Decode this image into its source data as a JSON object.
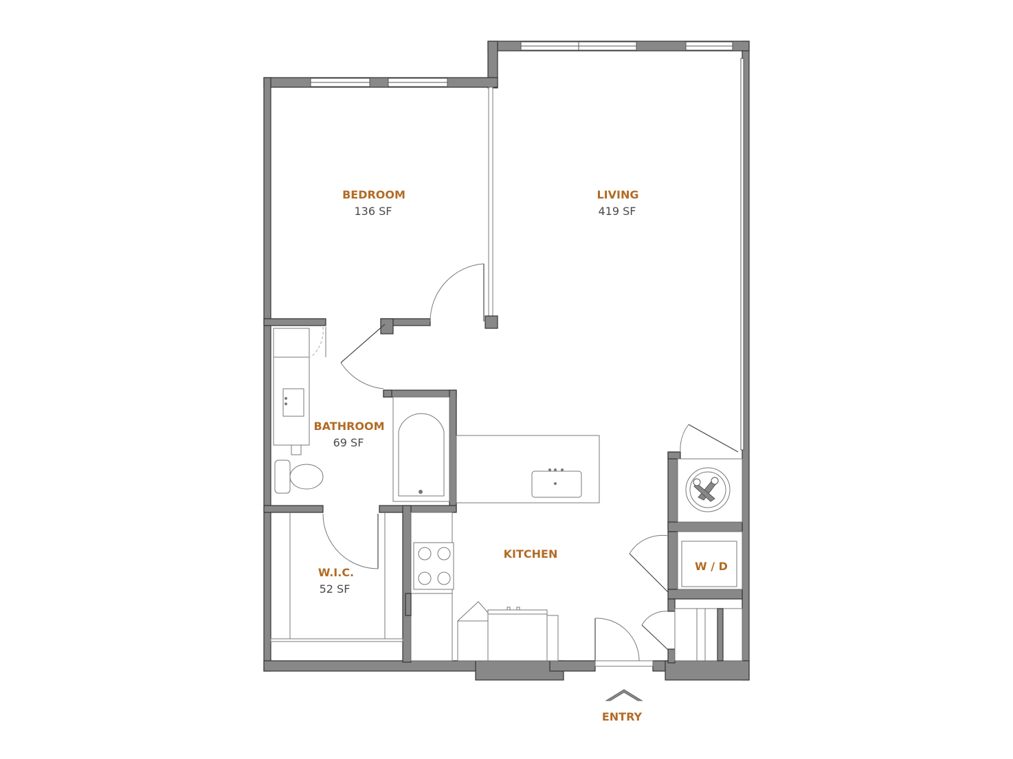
{
  "rooms": {
    "bedroom": {
      "name": "BEDROOM",
      "area": "136 SF"
    },
    "living": {
      "name": "LIVING",
      "area": "419 SF"
    },
    "bathroom": {
      "name": "BATHROOM",
      "area": "69 SF"
    },
    "kitchen": {
      "name": "KITCHEN"
    },
    "wic": {
      "name": "W.I.C.",
      "area": "52 SF"
    },
    "washer_dryer": {
      "name": "W / D"
    }
  },
  "entry": {
    "label": "ENTRY"
  },
  "colors": {
    "label_accent": "#b26b25",
    "area_text": "#4a4a4a",
    "wall_fill": "#888888",
    "wall_stroke": "#333333"
  },
  "icons": {
    "mechanical": "wrench-screwdriver-icon",
    "entry": "chevron-up-icon"
  }
}
